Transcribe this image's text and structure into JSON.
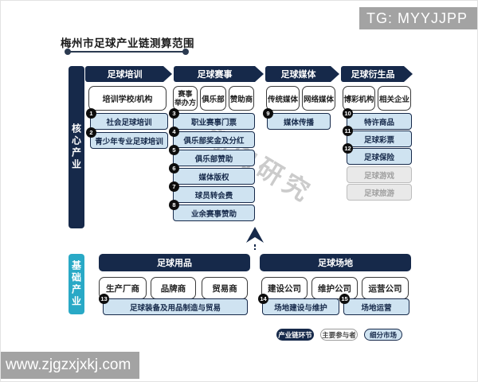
{
  "title": "梅州市足球产业链测算范围",
  "watermarks": {
    "top_right": "TG: MYYJJPP",
    "bottom_left": "www.zjgzxjxkj.com",
    "diagonal": "翱向研究"
  },
  "core": {
    "band_label": "核心产业",
    "columns": [
      {
        "header": "足球培训",
        "participants": [
          "培训学校/机构"
        ],
        "segments": [
          {
            "num": "1",
            "label": "社会足球培训"
          },
          {
            "num": "2",
            "label": "青少年专业足球培训"
          }
        ]
      },
      {
        "header": "足球赛事",
        "participants": [
          "赛事\n举办方",
          "俱乐部",
          "赞助商"
        ],
        "segments": [
          {
            "num": "3",
            "label": "职业赛事门票"
          },
          {
            "num": "4",
            "label": "俱乐部奖金及分红"
          },
          {
            "num": "5",
            "label": "俱乐部赞助"
          },
          {
            "num": "6",
            "label": "媒体版权"
          },
          {
            "num": "7",
            "label": "球员转会费"
          },
          {
            "num": "8",
            "label": "业余赛事赞助"
          }
        ]
      },
      {
        "header": "足球媒体",
        "participants": [
          "传统媒体",
          "网络媒体"
        ],
        "segments": [
          {
            "num": "9",
            "label": "媒体传播"
          }
        ]
      },
      {
        "header": "足球衍生品",
        "participants": [
          "博彩机构",
          "相关企业"
        ],
        "segments": [
          {
            "num": "10",
            "label": "特许商品"
          },
          {
            "num": "11",
            "label": "足球彩票"
          },
          {
            "num": "12",
            "label": "足球保险"
          }
        ],
        "disabled": [
          "足球游戏",
          "足球旅游"
        ]
      }
    ]
  },
  "base": {
    "band_label": "基础产业",
    "groups": [
      {
        "header": "足球用品",
        "participants": [
          "生产厂商",
          "品牌商",
          "贸易商"
        ],
        "segments": [
          {
            "num": "13",
            "label": "足球装备及用品制造与贸易"
          }
        ]
      },
      {
        "header": "足球场地",
        "participants": [
          "建设公司",
          "维护公司",
          "运营公司"
        ],
        "segments": [
          {
            "num": "14",
            "label": "场地建设与维护"
          },
          {
            "num": "15",
            "label": "场地运营"
          }
        ]
      }
    ]
  },
  "legend": [
    {
      "label": "产业链环节"
    },
    {
      "label": "主要参与者"
    },
    {
      "label": "细分市场"
    }
  ],
  "colors": {
    "navy": "#16294a",
    "teal": "#29a9c6",
    "segfill": "#cfe3f1",
    "disfill": "#e9e9e9",
    "wmgray": "#a3a3a3"
  }
}
